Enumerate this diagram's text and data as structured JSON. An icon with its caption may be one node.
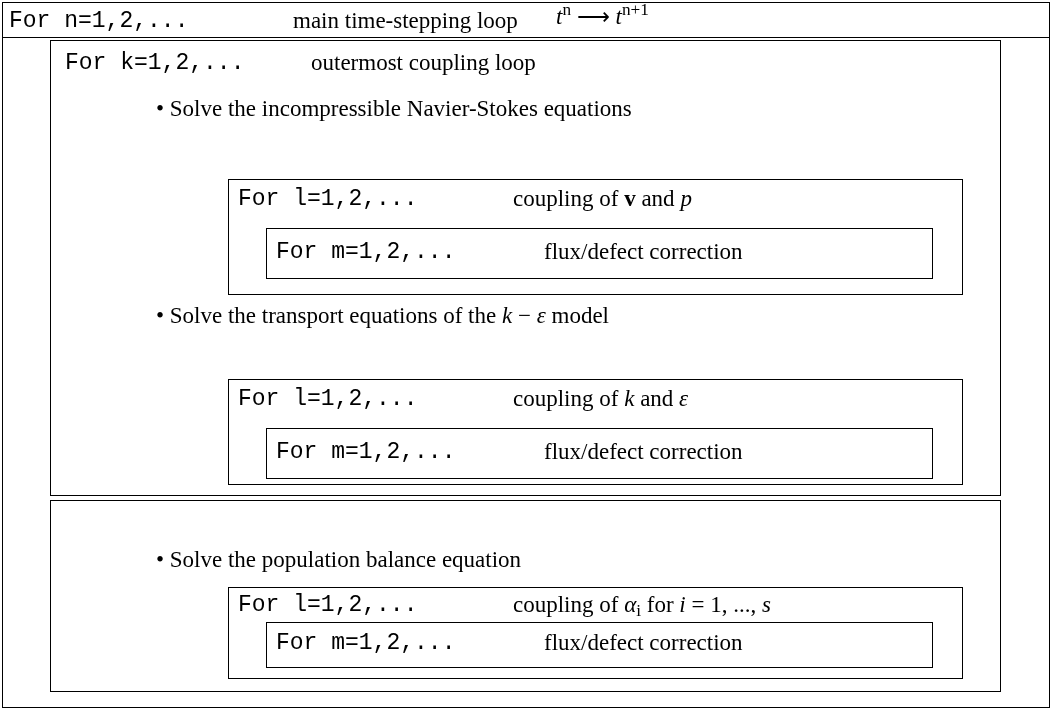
{
  "diagram": {
    "nodes": [
      {
        "text": [
          "For n=1,2,...",
          "main time-stepping loop",
          "*t*$^{n}$ ⟶ *t*$^{n+1}$"
        ]
      },
      {
        "text": [
          "For k=1,2,...",
          "outermost coupling loop",
          "• Solve the incompressible Navier-Stokes equations",
          "• Solve the transport equations of the *k* − *ε* model"
        ],
        "in": 0
      },
      {
        "text": [
          "For l=1,2,...",
          "coupling of **v** and *p*"
        ],
        "in": 1
      },
      {
        "text": [
          "For m=1,2,...",
          "flux/defect correction"
        ],
        "in": 2
      },
      {
        "text": [
          "For l=1,2,...",
          "coupling of *k* and *ε*"
        ],
        "in": 1
      },
      {
        "text": [
          "For m=1,2,...",
          "flux/defect correction"
        ],
        "in": 4
      },
      {
        "text": [
          "• Solve the population balance equation"
        ],
        "in": 0
      },
      {
        "text": [
          "For l=1,2,...",
          "coupling of *α*$_{i}$ for *i* = 1, ..., *s*"
        ],
        "in": 6
      },
      {
        "text": [
          "For m=1,2,...",
          "flux/defect correction"
        ],
        "in": 7
      }
    ]
  }
}
